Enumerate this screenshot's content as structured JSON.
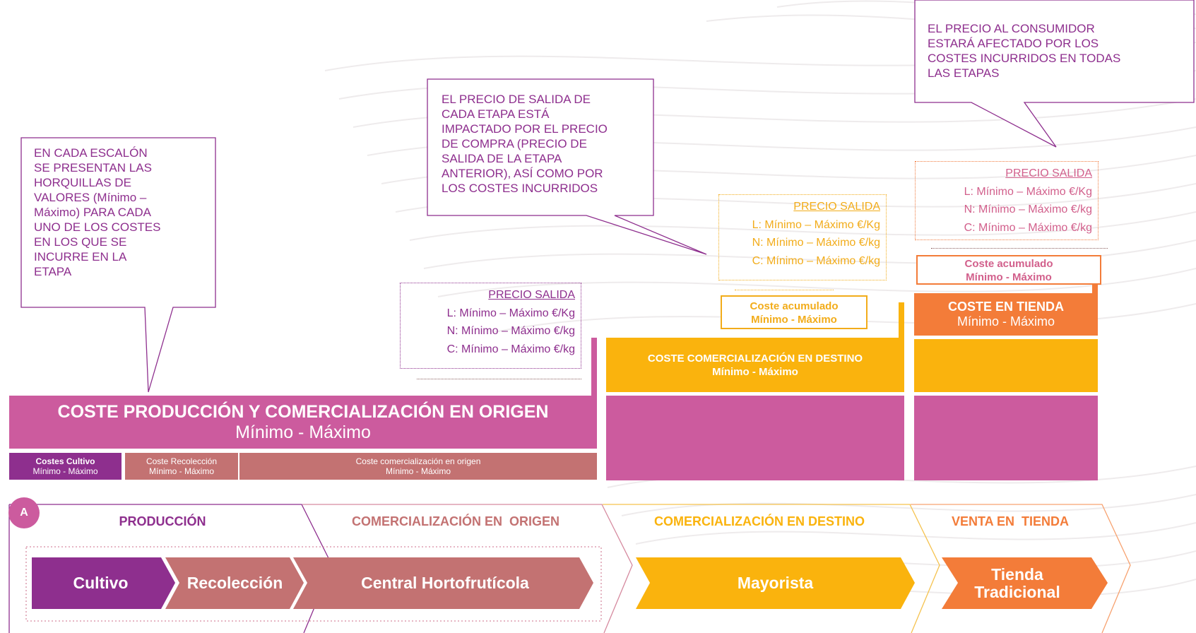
{
  "callouts": {
    "left": [
      "EN CADA ESCALÓN",
      "SE PRESENTAN LAS",
      "HORQUILLAS DE",
      "VALORES (Mínimo –",
      "Máximo) PARA CADA",
      "UNO DE LOS COSTES",
      "EN LOS QUE SE",
      "INCURRE EN LA",
      "ETAPA"
    ],
    "middle": [
      "EL PRECIO DE SALIDA DE",
      "CADA ETAPA ESTÁ",
      "IMPACTADO POR EL PRECIO",
      "DE COMPRA (PRECIO DE",
      "SALIDA DE LA ETAPA",
      "ANTERIOR), ASÍ COMO POR",
      "LOS COSTES INCURRIDOS"
    ],
    "right": [
      "EL PRECIO AL CONSUMIDOR",
      "ESTARÁ AFECTADO POR LOS",
      "COSTES INCURRIDOS EN TODAS",
      "LAS ETAPAS"
    ]
  },
  "price_boxes": [
    {
      "heading": "PRECIO SALIDA",
      "l": "L: Mínimo – Máximo €/Kg",
      "n": "N: Mínimo – Máximo €/kg",
      "c": "C: Mínimo – Máximo €/kg",
      "color": "#8e2f8e"
    },
    {
      "heading": "PRECIO SALIDA",
      "l": "L: Mínimo – Máximo €/Kg",
      "n": "N: Mínimo – Máximo €/kg",
      "c": "C: Mínimo – Máximo €/kg",
      "color": "#f2ac1a"
    },
    {
      "heading": "PRECIO SALIDA",
      "l": "L: Mínimo – Máximo €/Kg",
      "n": "N: Mínimo – Máximo €/kg",
      "c": "C: Mínimo – Máximo €/kg",
      "color": "#d2608c"
    }
  ],
  "bars": {
    "origin": {
      "title": "COSTE PRODUCCIÓN Y COMERCIALIZACIÓN EN ORIGEN",
      "range": "Mínimo - Máximo"
    },
    "destino": {
      "title": "COSTE COMERCIALIZACIÓN EN DESTINO",
      "range": "Mínimo - Máximo"
    },
    "tienda": {
      "title": "COSTE EN TIENDA",
      "range": "Mínimo - Máximo"
    }
  },
  "sub_costs": [
    {
      "label": "Costes Cultivo",
      "range": "Mínimo - Máximo"
    },
    {
      "label": "Coste Recolección",
      "range": "Mínimo - Máximo"
    },
    {
      "label": "Coste comercialización en origen",
      "range": "Mínimo - Máximo"
    }
  ],
  "accumulated": [
    {
      "label": "Coste acumulado",
      "range": "Mínimo - Máximo"
    },
    {
      "label": "Coste acumulado",
      "range": "Mínimo - Máximo"
    }
  ],
  "badge": "A",
  "stages": [
    "PRODUCCIÓN",
    "COMERCIALIZACIÓN EN  ORIGEN",
    "COMERCIALIZACIÓN EN DESTINO",
    "VENTA EN  TIENDA"
  ],
  "chevrons": [
    "Cultivo",
    "Recolección",
    "Central Hortofrutícola",
    "Mayorista",
    "Tienda Tradicional"
  ],
  "colors": {
    "purple": "#8e2f8e",
    "magenta": "#cc5b9e",
    "rose": "#c37272",
    "yellow": "#fab30d",
    "orange": "#f37c39"
  }
}
